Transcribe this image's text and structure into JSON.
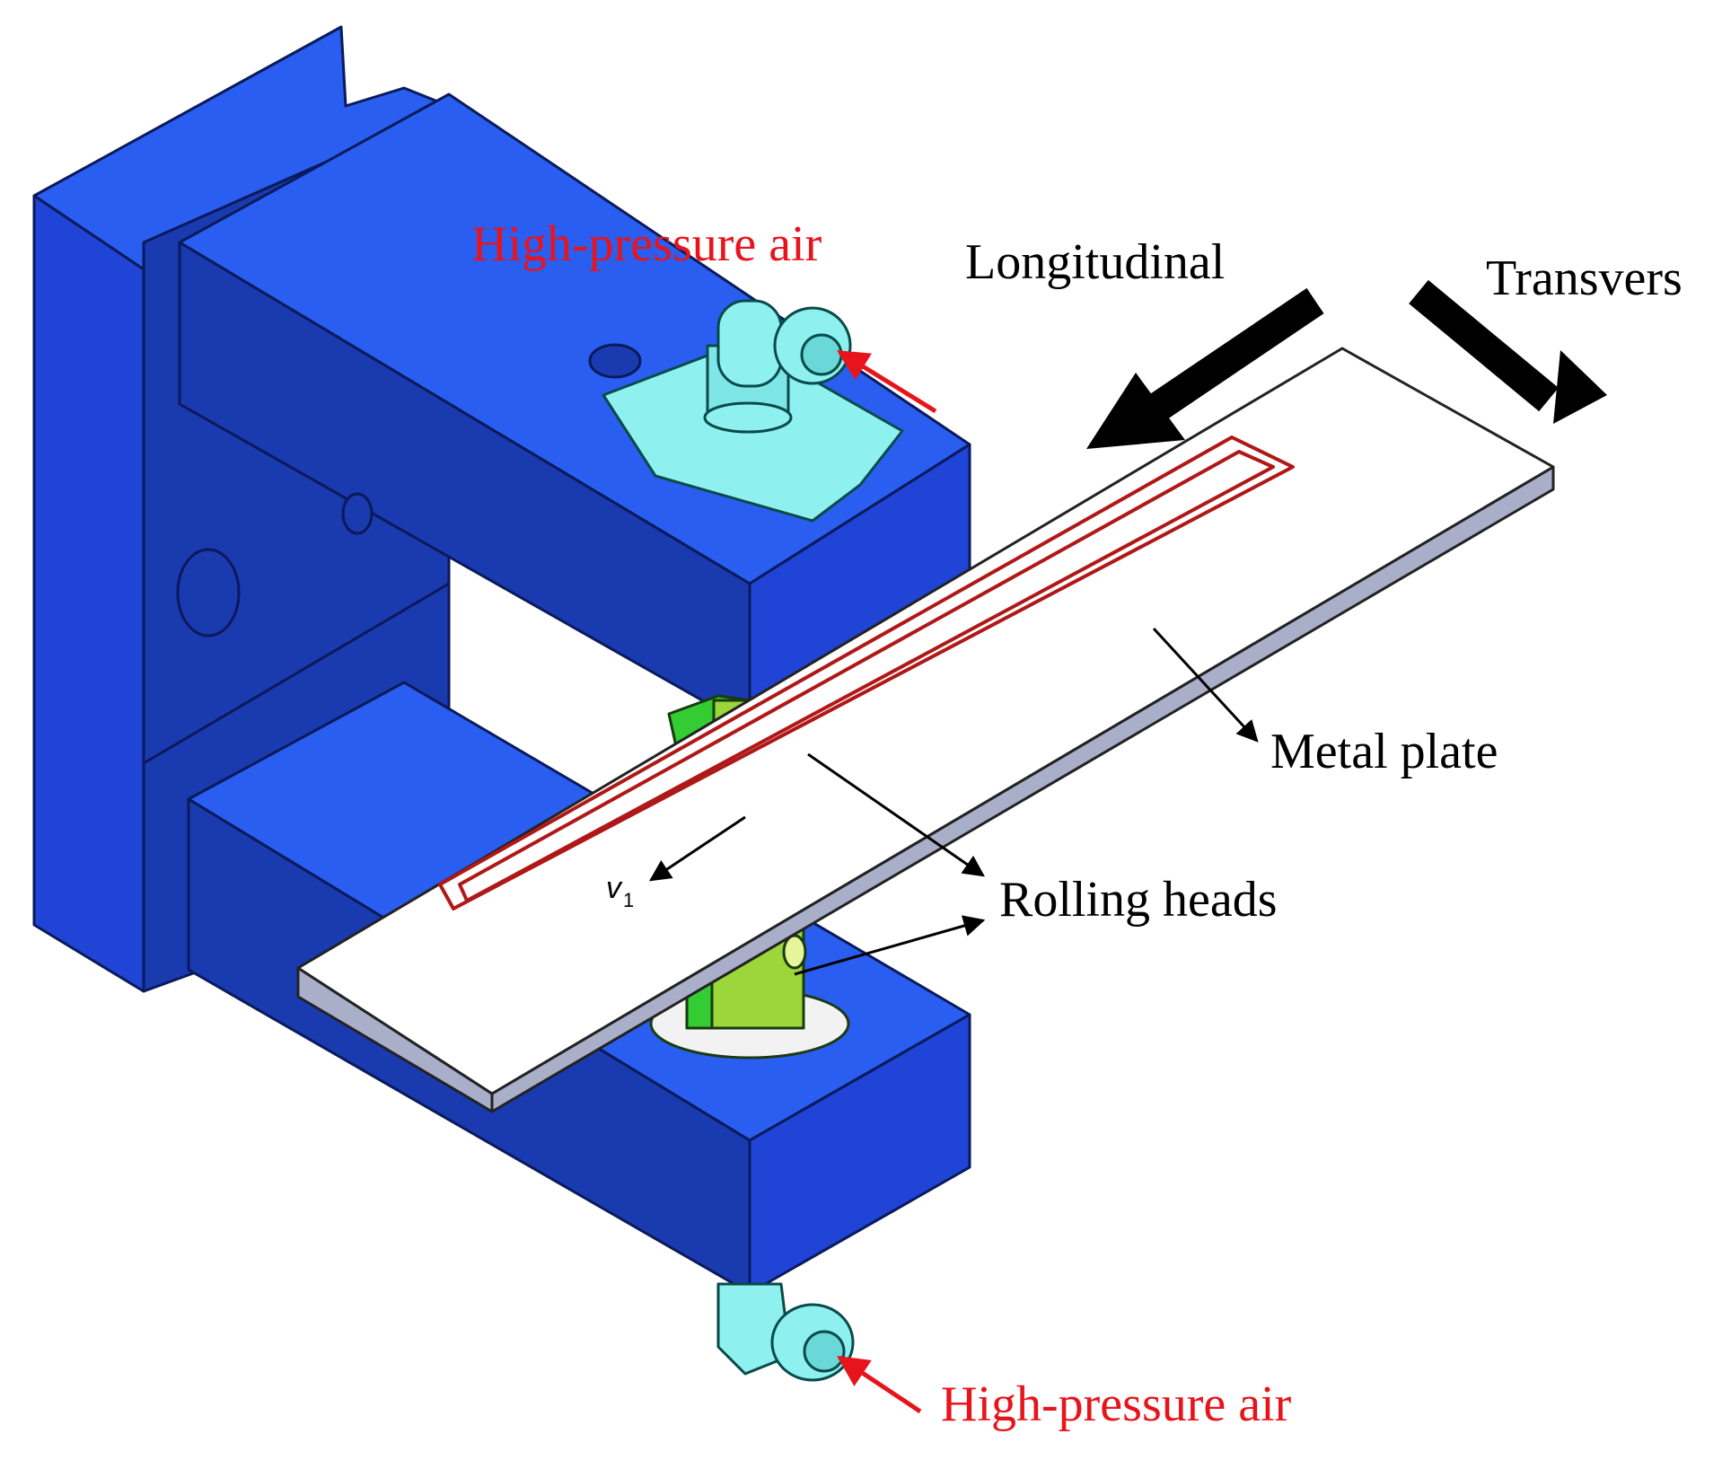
{
  "labels": {
    "air_top": "High-pressure air",
    "air_bottom": "High-pressure air",
    "longitudinal": "Longitudinal",
    "transverse": "Transvers",
    "metal_plate": "Metal plate",
    "rolling_heads": "Rolling heads",
    "velocity_symbol": "v",
    "velocity_subscript": "1"
  },
  "colors": {
    "frame_face": "#1f44d6",
    "frame_side": "#1a3ab0",
    "frame_top": "#2a5ef0",
    "fitting": "#8ff0f0",
    "roller": "#9bd63a",
    "roller_guard": "#33cc33",
    "plate_top": "#ffffff",
    "plate_edge": "#a9afc9",
    "strip": "#b01818",
    "annotation_red": "#e8141c",
    "annotation_black": "#000000"
  }
}
